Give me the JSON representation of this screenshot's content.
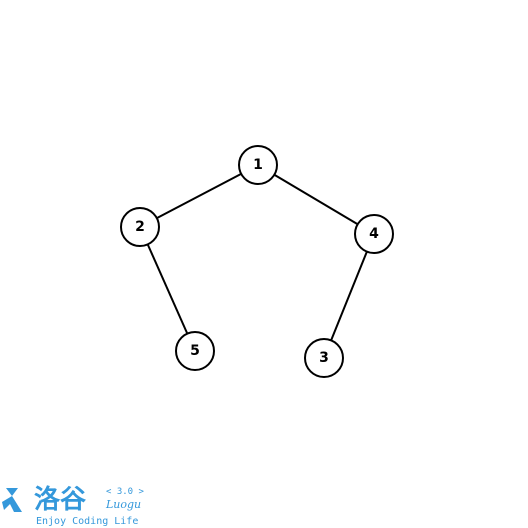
{
  "graph": {
    "nodes": [
      {
        "id": "1",
        "label": "1"
      },
      {
        "id": "2",
        "label": "2"
      },
      {
        "id": "4",
        "label": "4"
      },
      {
        "id": "5",
        "label": "5"
      },
      {
        "id": "3",
        "label": "3"
      }
    ],
    "edges": [
      {
        "from": "1",
        "to": "2"
      },
      {
        "from": "1",
        "to": "4"
      },
      {
        "from": "2",
        "to": "5"
      },
      {
        "from": "4",
        "to": "3"
      }
    ]
  },
  "watermark": {
    "logo_text": "洛谷",
    "version": "< 3.0 >",
    "brand": "Luogu",
    "slogan": "Enjoy Coding Life",
    "color": "#3498db"
  }
}
